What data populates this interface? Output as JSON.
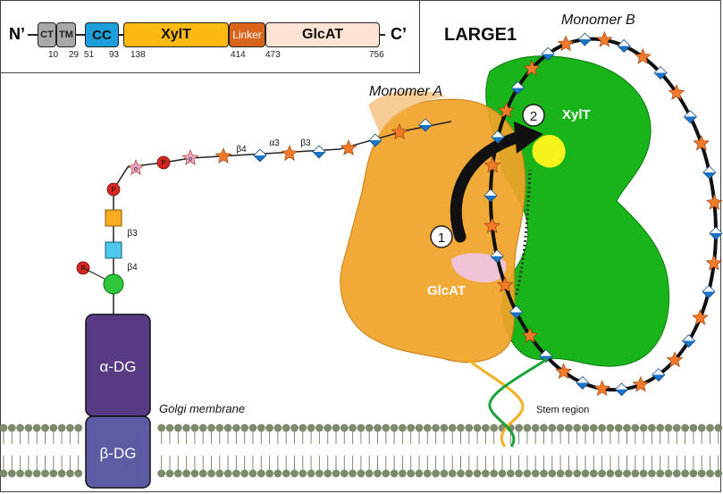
{
  "domain_map": {
    "n_term": "N’",
    "c_term": "C’",
    "domains": [
      {
        "label": "CT",
        "color": "#a9a9a9"
      },
      {
        "label": "TM",
        "color": "#a9a9a9"
      },
      {
        "label": "CC",
        "color": "#1e9fdc"
      },
      {
        "label": "XylT",
        "color": "#fbb911"
      },
      {
        "label": "Linker",
        "color": "#d9651c"
      },
      {
        "label": "GlcAT",
        "color": "#fde3d3"
      }
    ],
    "positions": [
      "10",
      "29",
      "51",
      "93",
      "138",
      "414",
      "473",
      "756"
    ]
  },
  "labels": {
    "title": "LARGE1",
    "monomer_a": "Monomer A",
    "monomer_b": "Monomer B",
    "xylt": "XylT",
    "glcat": "GlcAT",
    "step1": "1",
    "step2": "2",
    "alpha_dg": "α-DG",
    "beta_dg": "β-DG",
    "golgi": "Golgi membrane",
    "stem": "Stem region"
  },
  "glycan": {
    "phosphate": "P",
    "hex_mark": "o",
    "link_b4_top": "β4",
    "link_a3": "α3",
    "link_b3_top": "β3",
    "link_b3_left": "β3",
    "link_b4_left": "β4"
  },
  "colors": {
    "monomer_a": "#f0a229",
    "monomer_b": "#18b419",
    "star": "#f47a2a",
    "diamond_top": "#ffffff",
    "diamond_bottom": "#1a74c8",
    "membrane": "#7e8a6c",
    "alpha_dg": "#583b84",
    "beta_dg": "#5c5ba3",
    "yellow_site": "#f5f21c",
    "pink_site": "#f0c4d6",
    "hexnac": "#2fc63c",
    "xyl_square": "#f7ad1f",
    "glca_square": "#4fc8ec",
    "phosphate": "#d6261f",
    "pink_star": "#f1a1c8"
  }
}
